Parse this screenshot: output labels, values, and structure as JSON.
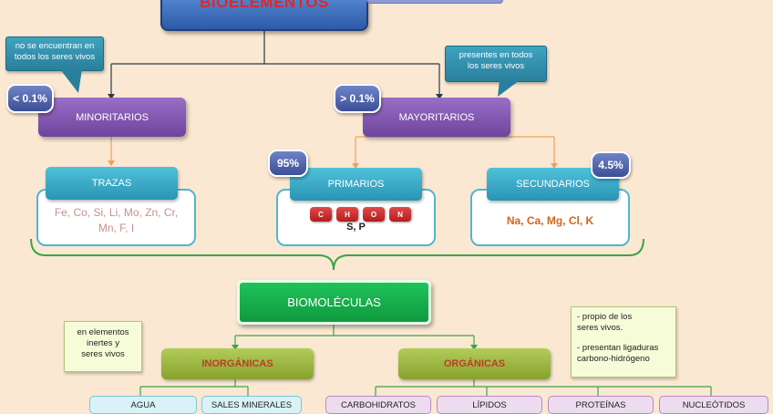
{
  "title": "BIOELEMENTOS",
  "callouts": {
    "left": [
      "no se encuentran en",
      "todos los seres vivos"
    ],
    "right": [
      "presentes en todos",
      "los seres vivos"
    ]
  },
  "badges": {
    "minor_pct": "< 0.1%",
    "major_pct": "> 0.1%",
    "primary_pct": "95%",
    "secondary_pct": "4.5%"
  },
  "categories": {
    "minoritarios": "MINORITARIOS",
    "mayoritarios": "MAYORITARIOS",
    "trazas": "TRAZAS",
    "primarios": "PRIMARIOS",
    "secundarios": "SECUNDARIOS"
  },
  "elements": {
    "trazas_line1": "Fe, Co, Si, Li, Mo, Zn, Cr,",
    "trazas_line2": "Mn, F, I",
    "primarios_chips": [
      "C",
      "H",
      "O",
      "N"
    ],
    "primarios_extra": "S, P",
    "secundarios": "Na, Ca, Mg, Cl, K"
  },
  "biomoleculas": "BIOMOLÉCULAS",
  "inorganicas": {
    "label": "INORGÁNICAS",
    "note": [
      "en elementos",
      "inertes y",
      "seres vivos"
    ],
    "children": [
      "AGUA",
      "SALES MINERALES"
    ]
  },
  "organicas": {
    "label": "ORGÁNICAS",
    "note": [
      "- propio de los",
      "seres vivos.",
      "",
      "- presentan  ligaduras",
      "carbono-hidrógeno"
    ],
    "children": [
      "CARBOHIDRATOS",
      "LÍPIDOS",
      "PROTEÍNAS",
      "NUCLEÓTIDOS"
    ]
  },
  "colors": {
    "background": "#fae8d2",
    "title_text": "#e0262b",
    "secundarios_text": "#d4661a",
    "trazas_text": "#c98f8f"
  }
}
